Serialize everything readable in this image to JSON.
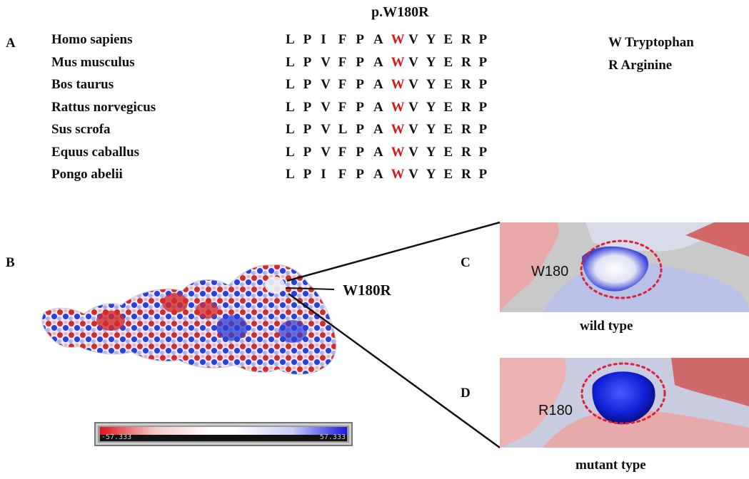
{
  "title": "p.W180R",
  "panel_letters": {
    "a": "A",
    "b": "B",
    "c": "C",
    "d": "D"
  },
  "alignment": [
    {
      "species": "Homo sapiens",
      "seq": [
        "L",
        "P",
        "I",
        "F",
        "P",
        "A",
        "W",
        "V",
        "Y",
        "E",
        "R",
        "P"
      ]
    },
    {
      "species": "Mus musculus",
      "seq": [
        "L",
        "P",
        "V",
        "F",
        "P",
        "A",
        "W",
        "V",
        "Y",
        "E",
        "R",
        "P"
      ]
    },
    {
      "species": "Bos taurus",
      "seq": [
        "L",
        "P",
        "V",
        "F",
        "P",
        "A",
        "W",
        "V",
        "Y",
        "E",
        "R",
        "P"
      ]
    },
    {
      "species": "Rattus norvegicus",
      "seq": [
        "L",
        "P",
        "V",
        "F",
        "P",
        "A",
        "W",
        "V",
        "Y",
        "E",
        "R",
        "P"
      ]
    },
    {
      "species": "Sus scrofa",
      "seq": [
        "L",
        "P",
        "V",
        "L",
        "P",
        "A",
        "W",
        "V",
        "Y",
        "E",
        "R",
        "P"
      ]
    },
    {
      "species": "Equus caballus",
      "seq": [
        "L",
        "P",
        "V",
        "F",
        "P",
        "A",
        "W",
        "V",
        "Y",
        "E",
        "R",
        "P"
      ]
    },
    {
      "species": "Pongo abelii",
      "seq": [
        "L",
        "P",
        "I",
        "F",
        "P",
        "A",
        "W",
        "V",
        "Y",
        "E",
        "R",
        "P"
      ]
    }
  ],
  "highlight_index": 6,
  "highlight_color": "#d41a1a",
  "legend_aa": {
    "line1": "W Tryptophan",
    "line2": "R  Arginine"
  },
  "mutation_label": "W180R",
  "inset_c": {
    "residue_label": "W180",
    "caption": "wild type"
  },
  "inset_d": {
    "residue_label": "R180",
    "caption": "mutant type"
  },
  "colorbar": {
    "min_label": "-57.333",
    "max_label": "57.333",
    "colors": [
      "#e01515",
      "#ffffff",
      "#1919e0"
    ]
  }
}
